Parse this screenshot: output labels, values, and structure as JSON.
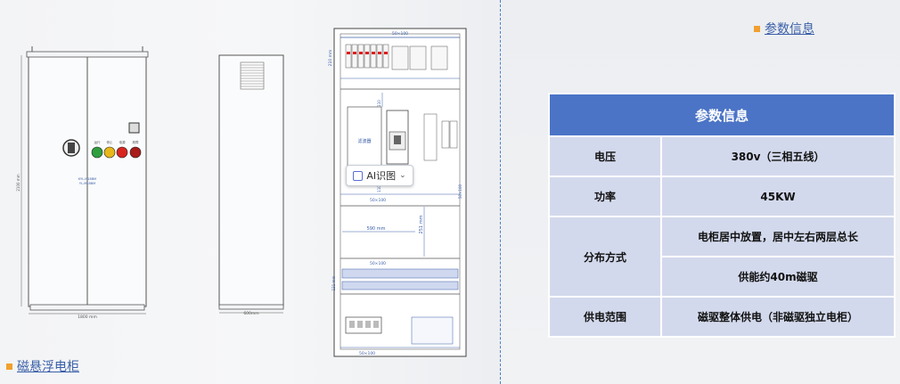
{
  "captions": {
    "params": "参数信息",
    "cabinet": "磁悬浮电柜"
  },
  "params_table": {
    "header": "参数信息",
    "rows": [
      {
        "label": "电压",
        "value": "380v（三相五线）"
      },
      {
        "label": "功率",
        "value": "45KW"
      },
      {
        "label": "分布方式",
        "values": [
          "电柜居中放置，居中左右两层总长",
          "供能约40m磁驱"
        ]
      },
      {
        "label": "供电范围",
        "value": "磁驱整体供电（非磁驱独立电柜）"
      }
    ]
  },
  "ai_badge": {
    "label": "AI识图"
  },
  "drawing": {
    "front_width_dim": "1800 mm",
    "side_width_dim": "600mm",
    "height_dim": "2100 mm",
    "panel_dims": {
      "top_section": "210 mm",
      "top_width": "50×100",
      "filter_label": "滤波器",
      "mid_width": "50×100",
      "dim_110_top": "110",
      "dim_110_bottom": "110",
      "right_vertical": "50×100",
      "dim_590": "590 mm",
      "dim_251": "251 mm",
      "terminal_width": "50×100",
      "dim_121": "121 mm",
      "bottom_width": "50×100"
    },
    "door_text": [
      "KYL-M18BM",
      "YL-M18BM"
    ],
    "lamp_labels": [
      "运行",
      "停止",
      "电源",
      "故障"
    ]
  },
  "colors": {
    "accent": "#f0a030",
    "header": "#4b74c6",
    "cell": "#d3d9ec",
    "caption": "#3a5fa8",
    "lamp_green": "#2e9e3e",
    "lamp_yellow": "#e8b81a",
    "lamp_red": "#d8251e",
    "lamp_darkred": "#a81c1c"
  }
}
